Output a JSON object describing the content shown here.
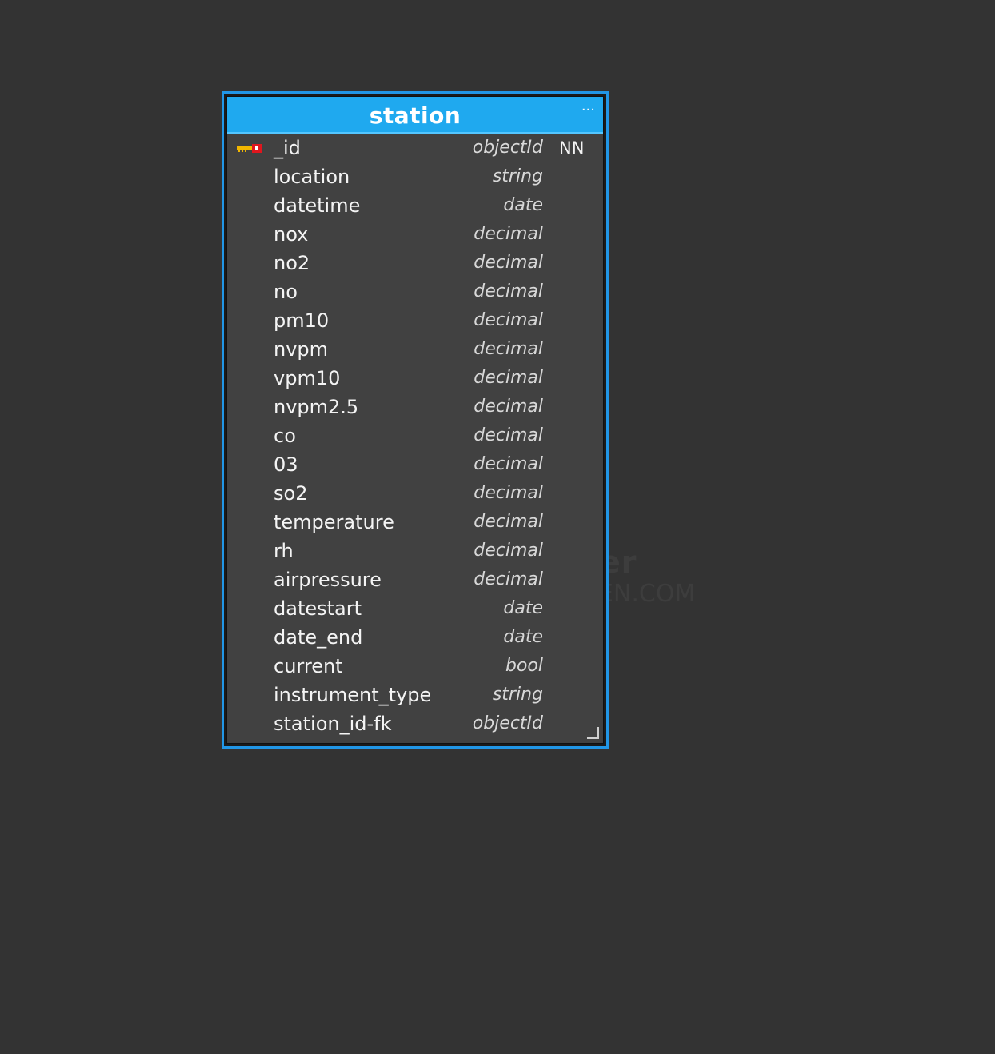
{
  "watermark": {
    "line1": "ler",
    "line2": "EN.COM"
  },
  "entity": {
    "title": "station",
    "menu_icon": "ellipsis-icon",
    "menu_label": "···",
    "border_color": "#2196e6",
    "header_color": "#1fa9ef",
    "columns": [
      {
        "name": "_id",
        "type": "objectId",
        "nn": "NN",
        "pk": true
      },
      {
        "name": "location",
        "type": "string",
        "nn": "",
        "pk": false
      },
      {
        "name": "datetime",
        "type": "date",
        "nn": "",
        "pk": false
      },
      {
        "name": "nox",
        "type": "decimal",
        "nn": "",
        "pk": false
      },
      {
        "name": "no2",
        "type": "decimal",
        "nn": "",
        "pk": false
      },
      {
        "name": "no",
        "type": "decimal",
        "nn": "",
        "pk": false
      },
      {
        "name": "pm10",
        "type": "decimal",
        "nn": "",
        "pk": false
      },
      {
        "name": "nvpm",
        "type": "decimal",
        "nn": "",
        "pk": false
      },
      {
        "name": "vpm10",
        "type": "decimal",
        "nn": "",
        "pk": false
      },
      {
        "name": "nvpm2.5",
        "type": "decimal",
        "nn": "",
        "pk": false
      },
      {
        "name": "co",
        "type": "decimal",
        "nn": "",
        "pk": false
      },
      {
        "name": "03",
        "type": "decimal",
        "nn": "",
        "pk": false
      },
      {
        "name": "so2",
        "type": "decimal",
        "nn": "",
        "pk": false
      },
      {
        "name": "temperature",
        "type": "decimal",
        "nn": "",
        "pk": false
      },
      {
        "name": "rh",
        "type": "decimal",
        "nn": "",
        "pk": false
      },
      {
        "name": "airpressure",
        "type": "decimal",
        "nn": "",
        "pk": false
      },
      {
        "name": "datestart",
        "type": "date",
        "nn": "",
        "pk": false
      },
      {
        "name": "date_end",
        "type": "date",
        "nn": "",
        "pk": false
      },
      {
        "name": "current",
        "type": "bool",
        "nn": "",
        "pk": false
      },
      {
        "name": "instrument_type",
        "type": "string",
        "nn": "",
        "pk": false
      },
      {
        "name": "station_id-fk",
        "type": "objectId",
        "nn": "",
        "pk": false
      }
    ]
  }
}
